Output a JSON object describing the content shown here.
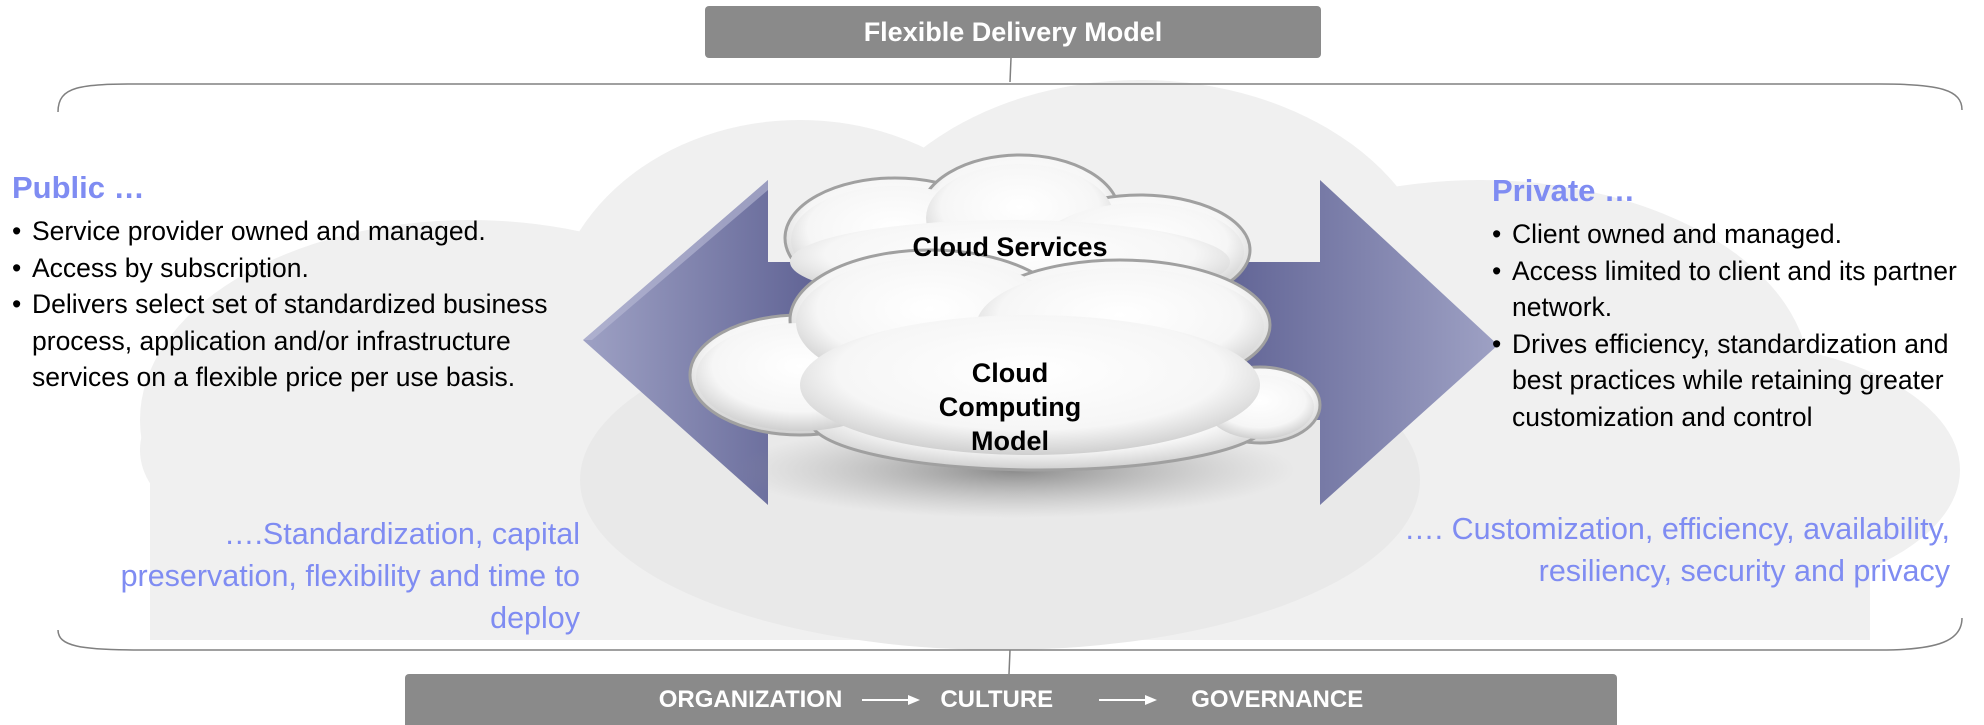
{
  "header": {
    "title": "Flexible Delivery Model"
  },
  "center": {
    "top_cloud_label": "Cloud Services",
    "main_cloud_label": "Cloud Computing Model"
  },
  "public": {
    "heading": "Public …",
    "bullets": [
      "Service provider owned and managed.",
      "Access by subscription.",
      "Delivers select set of standardized business process, application and/or infrastructure services on a flexible price per use basis."
    ],
    "tagline": "….Standardization, capital preservation, flexibility and time to deploy"
  },
  "private": {
    "heading": "Private …",
    "bullets": [
      "Client owned and managed.",
      "Access limited to client and its partner network.",
      "Drives efficiency, standardization and best practices while retaining greater customization and control"
    ],
    "tagline": "…. Customization, efficiency, availability, resiliency, security and privacy"
  },
  "footer": {
    "steps": [
      "ORGANIZATION",
      "CULTURE",
      "GOVERNANCE"
    ]
  },
  "colors": {
    "banner": "#8a8a8a",
    "accent_text": "#7f8cf2",
    "arrow": "#5c5f93",
    "bracket": "#808080"
  }
}
